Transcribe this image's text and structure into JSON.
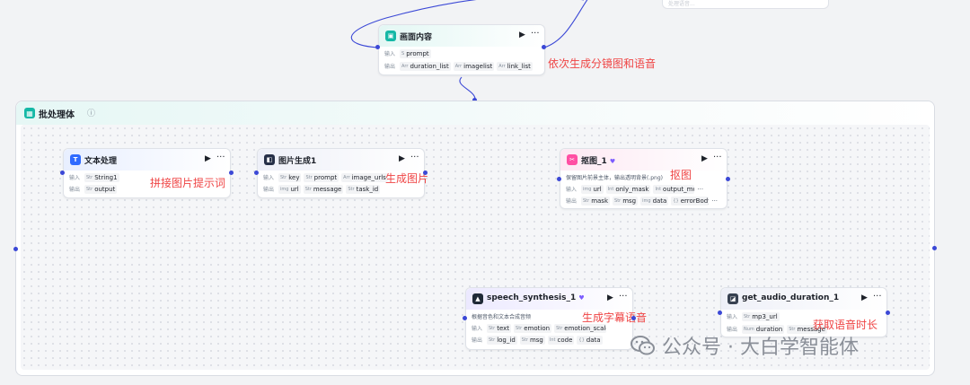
{
  "batch": {
    "title": "批处理体",
    "info_icon": "info-icon"
  },
  "top_card": {
    "text": "处理语音..."
  },
  "nodes": {
    "huamian": {
      "title": "画面内容",
      "in_label": "输入",
      "out_label": "输出",
      "inputs": [
        {
          "type": "S",
          "name": "prompt"
        }
      ],
      "outputs": [
        {
          "type": "Arr",
          "name": "duration_list"
        },
        {
          "type": "Arr",
          "name": "imagelist"
        },
        {
          "type": "Arr",
          "name": "link_list"
        }
      ]
    },
    "wenben": {
      "title": "文本处理",
      "in_label": "输入",
      "out_label": "输出",
      "inputs": [
        {
          "type": "Str",
          "name": "String1"
        }
      ],
      "outputs": [
        {
          "type": "Str",
          "name": "output"
        }
      ]
    },
    "tupian": {
      "title": "图片生成1",
      "in_label": "输入",
      "out_label": "输出",
      "inputs": [
        {
          "type": "Str",
          "name": "key"
        },
        {
          "type": "Str",
          "name": "prompt"
        },
        {
          "type": "Arr",
          "name": "image_urls"
        }
      ],
      "outputs": [
        {
          "type": "img",
          "name": "url"
        },
        {
          "type": "Str",
          "name": "message"
        },
        {
          "type": "Str",
          "name": "task_id"
        }
      ]
    },
    "koutu": {
      "title": "抠图_1",
      "desc": "保留图片前景主体，输出透明背景(.png)",
      "in_label": "输入",
      "out_label": "输出",
      "inputs": [
        {
          "type": "img",
          "name": "url"
        },
        {
          "type": "Int",
          "name": "only_mask"
        },
        {
          "type": "Int",
          "name": "output_mode"
        }
      ],
      "outputs": [
        {
          "type": "Str",
          "name": "mask"
        },
        {
          "type": "Str",
          "name": "msg"
        },
        {
          "type": "img",
          "name": "data"
        },
        {
          "type": "{}",
          "name": "errorBody"
        }
      ]
    },
    "speech": {
      "title": "speech_synthesis_1",
      "desc": "根据音色和文本合成音频",
      "in_label": "输入",
      "out_label": "输出",
      "inputs": [
        {
          "type": "Str",
          "name": "text"
        },
        {
          "type": "Str",
          "name": "emotion"
        },
        {
          "type": "Str",
          "name": "emotion_scale"
        }
      ],
      "outputs": [
        {
          "type": "Str",
          "name": "log_id"
        },
        {
          "type": "Str",
          "name": "msg"
        },
        {
          "type": "Int",
          "name": "code"
        },
        {
          "type": "{}",
          "name": "data"
        }
      ]
    },
    "audio": {
      "title": "get_audio_duration_1",
      "in_label": "输入",
      "out_label": "输出",
      "inputs": [
        {
          "type": "Str",
          "name": "mp3_url"
        }
      ],
      "outputs": [
        {
          "type": "Num",
          "name": "duration"
        },
        {
          "type": "Str",
          "name": "message"
        }
      ]
    }
  },
  "annotations": {
    "a1": "依次生成分镜图和语音",
    "a2": "拼接图片提示词",
    "a3": "生成图片",
    "a4": "抠图",
    "a5": "生成字幕语音",
    "a6": "获取语音时长"
  },
  "watermark": "公众号 · 大白学智能体",
  "colors": {
    "edge": "#3b48d6",
    "annotation": "#ef4444",
    "teal": "#14b8a6",
    "blue": "#2f6bff",
    "purple": "#7c5cff",
    "pink": "#ff4fa3"
  }
}
